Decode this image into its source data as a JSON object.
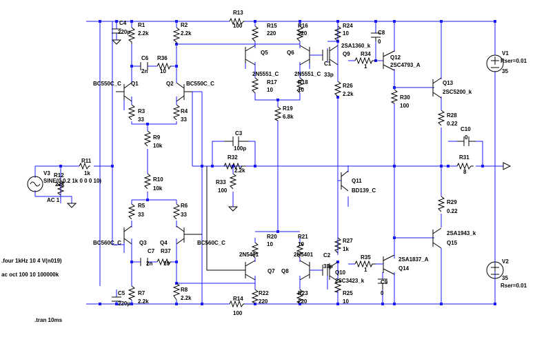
{
  "labels": {
    "C4": {
      "name": "C4",
      "value": "220µ"
    },
    "R1": {
      "name": "R1",
      "value": "2.2k"
    },
    "R2": {
      "name": "R2",
      "value": "2.2k"
    },
    "R13": {
      "name": "R13",
      "value": "100"
    },
    "R15": {
      "name": "R15",
      "value": "220"
    },
    "R16": {
      "name": "R16",
      "value": "220"
    },
    "R24": {
      "name": "R24",
      "value": "10"
    },
    "C8": {
      "name": "C8",
      "value": "0"
    },
    "C6": {
      "name": "C6",
      "value": "2n"
    },
    "R36": {
      "name": "R36",
      "value": "10"
    },
    "Q5": {
      "name": "Q5",
      "model": "2N5551_C"
    },
    "Q6": {
      "name": "Q6",
      "model": "2N5551_C"
    },
    "C1": {
      "name": "C1",
      "value": "33p"
    },
    "Q9": {
      "name": "Q9",
      "model": "2SA1360_k"
    },
    "R34": {
      "name": "R34",
      "value": "1"
    },
    "Q12": {
      "name": "Q12",
      "model": "2SC4793_A"
    },
    "Q1": {
      "name": "Q1",
      "model": "BC550C_C"
    },
    "Q2": {
      "name": "Q2",
      "model": "BC550C_C"
    },
    "R17": {
      "name": "R17",
      "value": "10"
    },
    "R18": {
      "name": "R18",
      "value": "10"
    },
    "R26": {
      "name": "R26",
      "value": "2.2k"
    },
    "Q13": {
      "name": "Q13",
      "model": "2SC5200_k"
    },
    "R30": {
      "name": "R30",
      "value": "100"
    },
    "R3": {
      "name": "R3",
      "value": "33"
    },
    "R4": {
      "name": "R4",
      "value": "33"
    },
    "R19": {
      "name": "R19",
      "value": "6.8k"
    },
    "R28": {
      "name": "R28",
      "value": "0.22"
    },
    "C10": {
      "name": "C10",
      "value": "0"
    },
    "R9": {
      "name": "R9",
      "value": "10k"
    },
    "C3": {
      "name": "C3",
      "value": "100p"
    },
    "R32": {
      "name": "R32",
      "value": "2.2k"
    },
    "R31": {
      "name": "R31",
      "value": "8"
    },
    "R11": {
      "name": "R11",
      "value": "1k"
    },
    "V3": {
      "name": "V3",
      "value": "SINE(0 0.2 1k 0 0 0 10)",
      "ac": "AC 1"
    },
    "R12": {
      "name": "R12",
      "value": "22k"
    },
    "R10": {
      "name": "R10",
      "value": "10k"
    },
    "R33": {
      "name": "R33",
      "value": "100"
    },
    "Q11": {
      "name": "Q11",
      "model": "BD139_C"
    },
    "R5": {
      "name": "R5",
      "value": "33"
    },
    "R6": {
      "name": "R6",
      "value": "33"
    },
    "R29": {
      "name": "R29",
      "value": "0.22"
    },
    "Q15": {
      "name": "Q15",
      "model": "2SA1943_k"
    },
    "R20": {
      "name": "R20",
      "value": "10"
    },
    "R21": {
      "name": "R21",
      "value": "10"
    },
    "R27": {
      "name": "R27",
      "value": "1k"
    },
    "Q3": {
      "name": "Q3",
      "model": "BC560C_C"
    },
    "Q4": {
      "name": "Q4",
      "model": "BC560C_C"
    },
    "Q7": {
      "name": "Q7",
      "model": "2N5401"
    },
    "Q8": {
      "name": "Q8",
      "model": "2N5401"
    },
    "C7": {
      "name": "C7",
      "value": "2n"
    },
    "R37": {
      "name": "R37",
      "value": "10"
    },
    "C2": {
      "name": "C2",
      "value": "33p"
    },
    "R35": {
      "name": "R35",
      "value": "1"
    },
    "Q14": {
      "name": "Q14",
      "model": "2SA1837_A"
    },
    "Q10": {
      "name": "Q10",
      "model": "2SC3423_k"
    },
    "C9": {
      "name": "C9",
      "value": "0"
    },
    "R7": {
      "name": "R7",
      "value": "2.2k"
    },
    "R8": {
      "name": "R8",
      "value": "2.2k"
    },
    "C5": {
      "name": "C5",
      "value": "220µ"
    },
    "R14": {
      "name": "R14",
      "value": "100"
    },
    "R22": {
      "name": "R22",
      "value": "220"
    },
    "R23": {
      "name": "R23",
      "value": "220"
    },
    "R25": {
      "name": "R25",
      "value": "10"
    },
    "V1": {
      "name": "V1",
      "value": "35",
      "rser": "Rser=0.01"
    },
    "V2": {
      "name": "V2",
      "value": "35",
      "rser": "Rser=0.01"
    }
  },
  "directives": {
    "four": ".four 1kHz 10 4 V(n019)",
    "ac": "ac oct 100 10 100000k",
    "tran": ".tran 10ms"
  }
}
